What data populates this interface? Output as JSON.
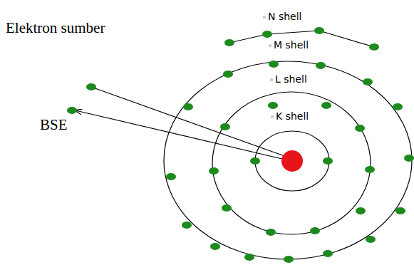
{
  "diagram": {
    "labels": [
      "N shell",
      "M shell",
      "L shell",
      "K shell",
      "Elektron sumber",
      "BSE"
    ]
  }
}
